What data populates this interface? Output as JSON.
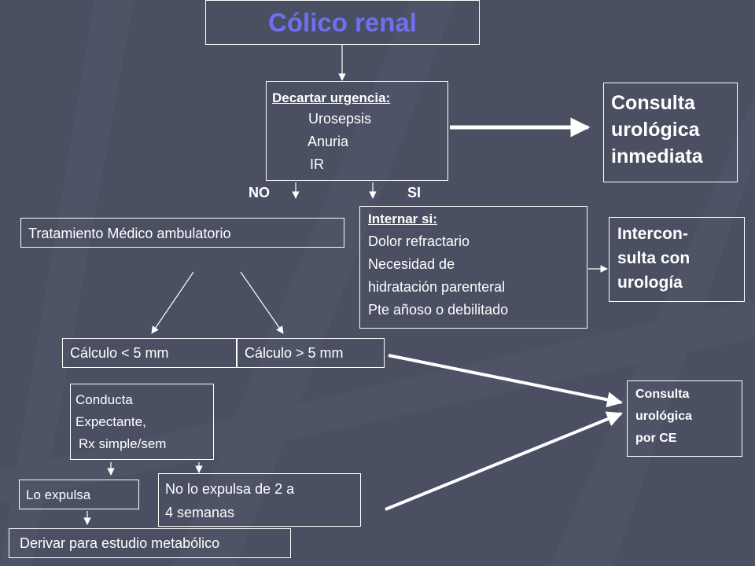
{
  "title": "Cólico renal",
  "colors": {
    "background": "#4a4f62",
    "title": "#6f6ff2",
    "text": "#ffffff",
    "lines": "#ffffff"
  },
  "urgency": {
    "heading": "Decartar urgencia:",
    "items": [
      "Urosepsis",
      "Anuria",
      "IR"
    ]
  },
  "consult_immediate": {
    "lines": [
      "Consulta",
      "urológica",
      "inmediata"
    ]
  },
  "branch_labels": {
    "no": "NO",
    "si": "SI"
  },
  "treatment": "Tratamiento Médico ambulatorio",
  "admit": {
    "heading": "Internar si:",
    "items": [
      "Dolor refractario",
      "Necesidad de",
      "hidratación parenteral",
      "Pte añoso o debilitado"
    ]
  },
  "interconsult": {
    "lines": [
      "Intercon-",
      "sulta con",
      "urología"
    ]
  },
  "stone_small": "Cálculo < 5 mm",
  "stone_large": "Cálculo > 5 mm",
  "consult_ce": {
    "lines": [
      "Consulta",
      "urológica",
      "por CE"
    ]
  },
  "expectant": {
    "lines": [
      "Conducta",
      "Expectante,",
      "Rx simple/sem"
    ]
  },
  "expelled": "Lo expulsa",
  "not_expelled": {
    "lines": [
      "No lo expulsa de 2 a",
      "4 semanas"
    ]
  },
  "metabolic": "Derivar para estudio metabólico"
}
